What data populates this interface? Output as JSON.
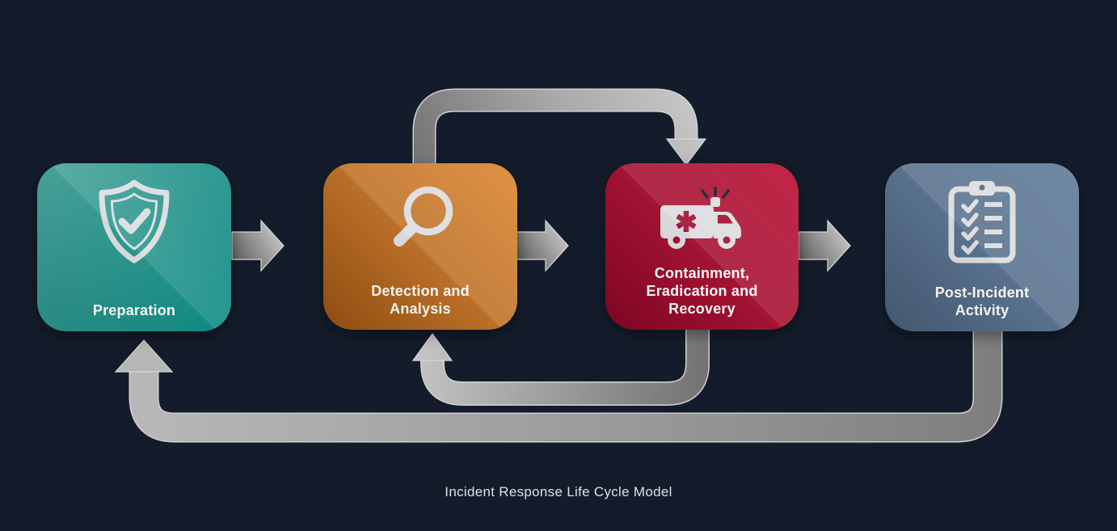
{
  "caption": {
    "text": "Incident Response Life Cycle Model"
  },
  "stages": [
    {
      "name": "Preparation",
      "lines": [
        "Preparation"
      ],
      "icon": "shield-check-icon",
      "gradient_angle": "135deg",
      "color_light": "#4aa49b",
      "color_dark": "#0e8b84"
    },
    {
      "name": "Detection and Analysis",
      "lines": [
        "Detection and",
        "Analysis"
      ],
      "icon": "magnifying-glass-icon",
      "gradient_angle": "225deg",
      "color_light": "#e0903f",
      "color_dark": "#9e5513"
    },
    {
      "name": "Containment, Eradication and Recovery",
      "lines": [
        "Containment,",
        "Eradication and",
        "Recovery"
      ],
      "icon": "ambulance-icon",
      "gradient_angle": "225deg",
      "color_light": "#c12042",
      "color_dark": "#8c0726"
    },
    {
      "name": "Post-Incident Activity",
      "lines": [
        "Post-Incident",
        "Activity"
      ],
      "icon": "clipboard-checklist-icon",
      "gradient_angle": "225deg",
      "color_light": "#6d86a2",
      "color_dark": "#4a617c"
    }
  ],
  "connectors": [
    {
      "from": "Preparation",
      "to": "Detection and Analysis",
      "style": "block-arrow-right"
    },
    {
      "from": "Detection and Analysis",
      "to": "Containment, Eradication and Recovery",
      "style": "block-arrow-right"
    },
    {
      "from": "Containment, Eradication and Recovery",
      "to": "Post-Incident Activity",
      "style": "block-arrow-right"
    },
    {
      "from": "Detection and Analysis",
      "to": "Containment, Eradication and Recovery",
      "style": "top-loop"
    },
    {
      "from": "Containment, Eradication and Recovery",
      "to": "Detection and Analysis",
      "style": "bottom-loop"
    },
    {
      "from": "Post-Incident Activity",
      "to": "Preparation",
      "style": "bottom-return-loop"
    }
  ],
  "colors": {
    "background": "#141c2b",
    "icon": "#dcdde0",
    "label_text": "#ffffff",
    "caption_text": "#dce1e7",
    "arrow_light": "#c6c6c6",
    "arrow_dark": "#646464",
    "accent_red": "#a30d31"
  }
}
